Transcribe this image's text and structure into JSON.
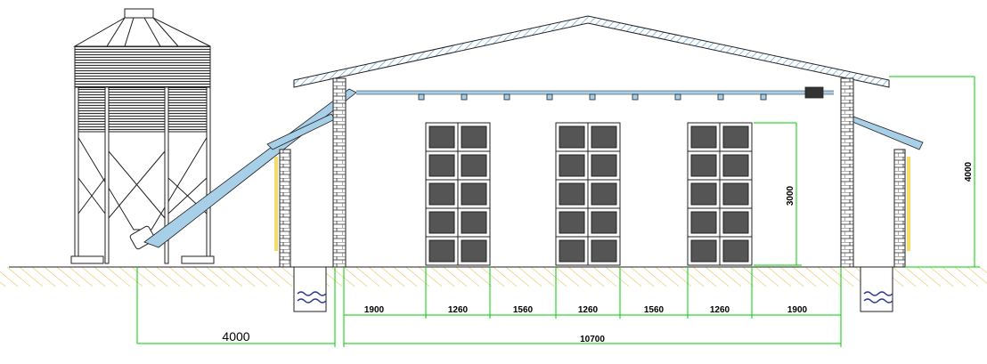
{
  "dimensions": {
    "total_width": "10700",
    "silo_offset": "4000",
    "roof_height": "4000",
    "cage_height": "3000",
    "spacing": [
      "1900",
      "1260",
      "1560",
      "1260",
      "1560",
      "1260",
      "1900"
    ]
  },
  "colors": {
    "roof_hatch": "#5a9fd4",
    "pipe": "#a8cfe8",
    "dimension": "#00cc00",
    "ground": "#e3b93c",
    "water": "#2b3a9c",
    "curtain": "#f2dd6a",
    "line": "#222222"
  }
}
